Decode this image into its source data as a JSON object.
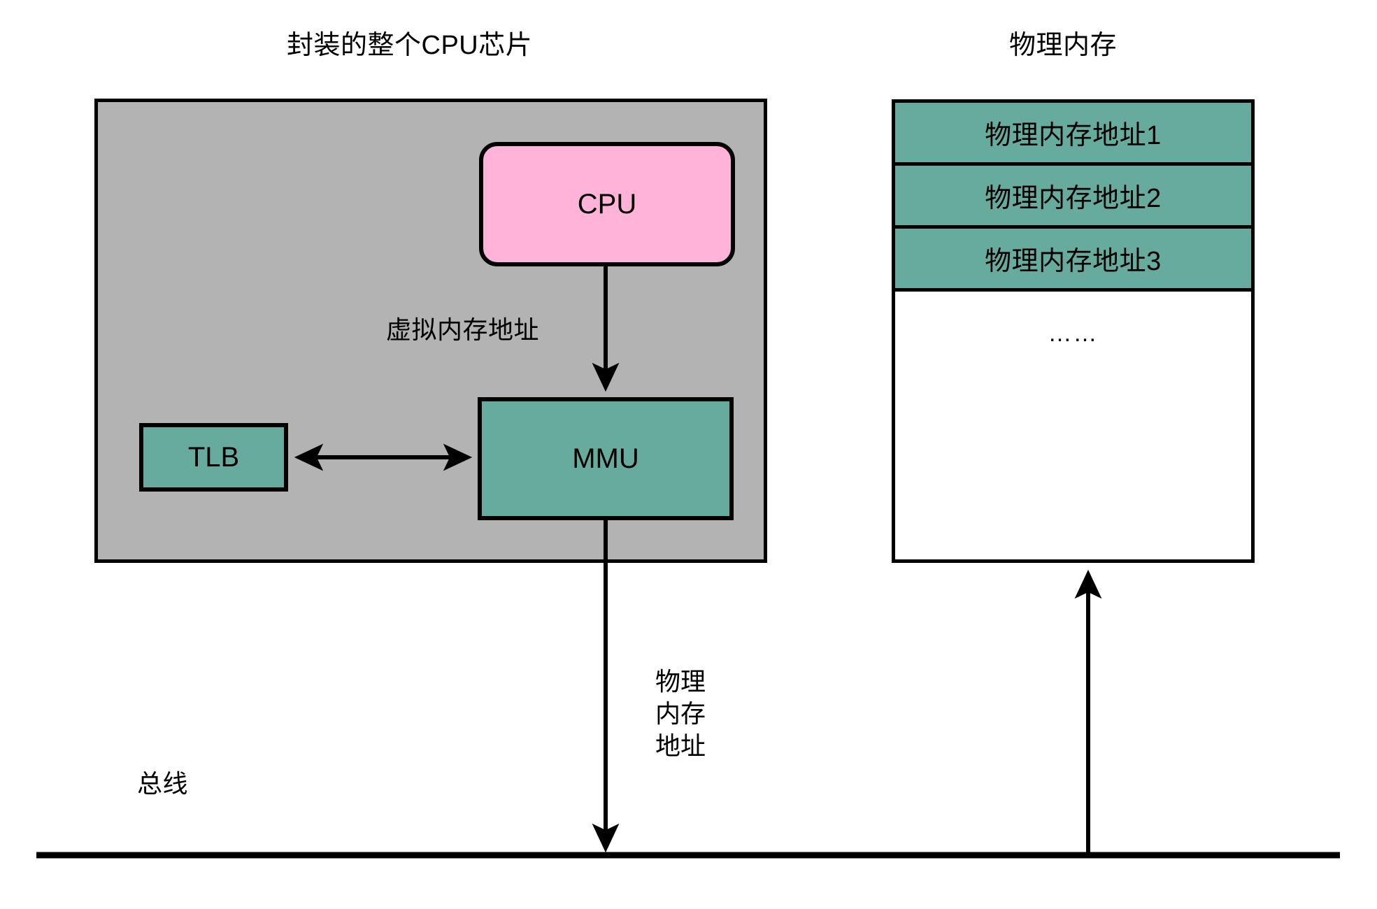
{
  "diagram": {
    "title_left": "封装的整个CPU芯片",
    "title_right": "物理内存",
    "colors": {
      "chip_fill": "#b3b3b3",
      "cpu_fill": "#ffb3d9",
      "unit_fill": "#67ab9f",
      "stroke": "#000000",
      "background": "#ffffff"
    }
  },
  "cpu_chip": {
    "cpu": {
      "label": "CPU"
    },
    "mmu": {
      "label": "MMU"
    },
    "tlb": {
      "label": "TLB"
    }
  },
  "memory": {
    "rows": [
      {
        "label": "物理内存地址1"
      },
      {
        "label": "物理内存地址2"
      },
      {
        "label": "物理内存地址3"
      }
    ],
    "ellipsis": "……"
  },
  "edges": {
    "virtual_address": "虚拟内存地址",
    "physical_address": "物理\n内存\n地址",
    "bus": "总线"
  }
}
